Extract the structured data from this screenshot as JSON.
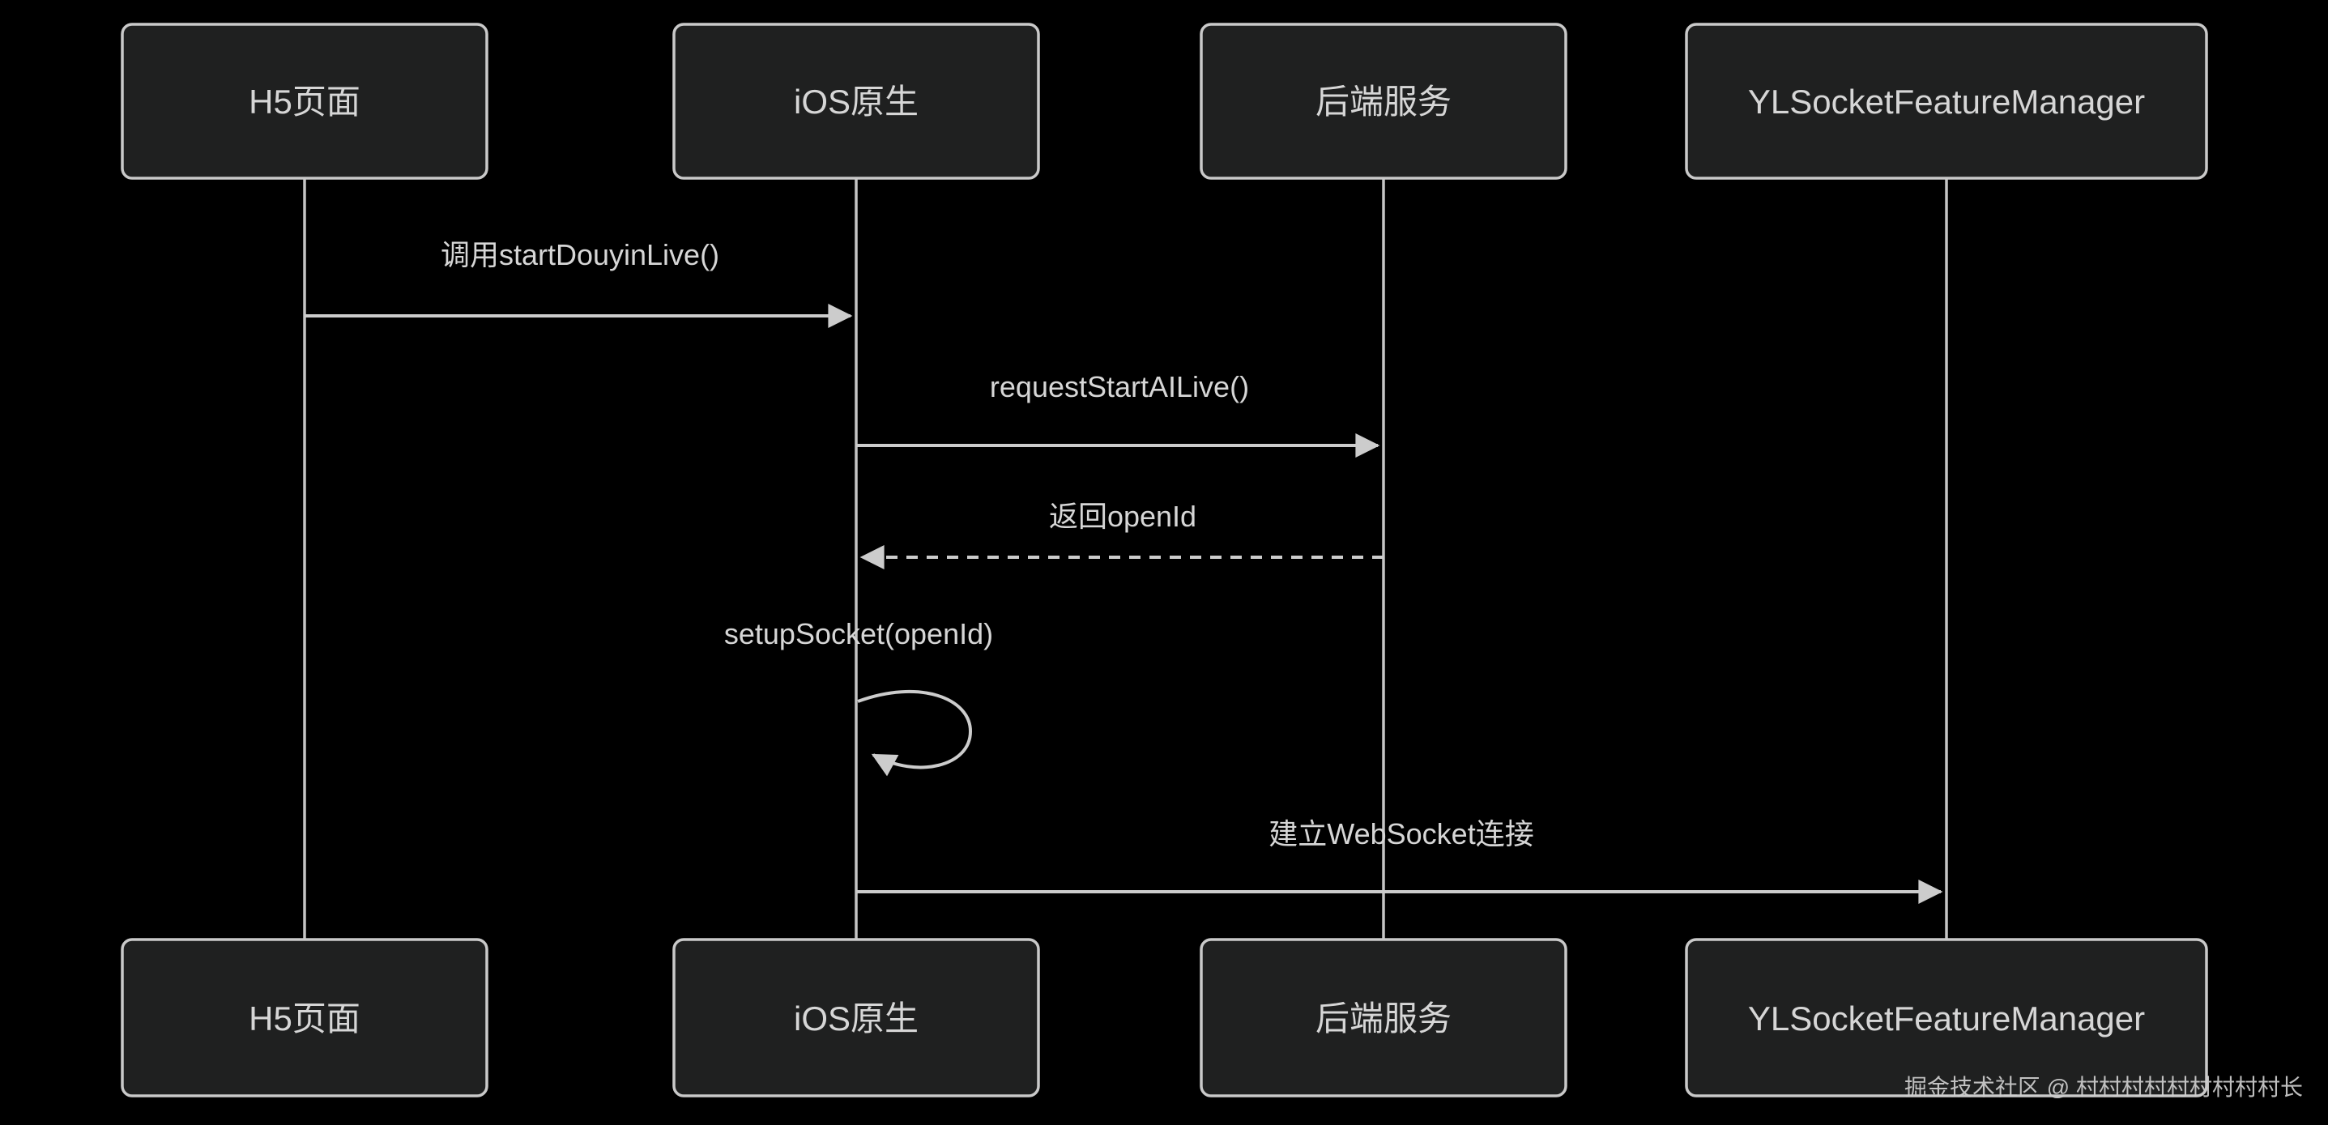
{
  "diagram": {
    "type": "sequence-diagram",
    "theme": "dark",
    "participants": [
      {
        "id": "h5",
        "label": "H5页面"
      },
      {
        "id": "ios",
        "label": "iOS原生"
      },
      {
        "id": "backend",
        "label": "后端服务"
      },
      {
        "id": "ylsocket",
        "label": "YLSocketFeatureManager"
      }
    ],
    "messages": [
      {
        "from": "h5",
        "to": "ios",
        "label": "调用startDouyinLive()",
        "line": "solid",
        "kind": "call"
      },
      {
        "from": "ios",
        "to": "backend",
        "label": "requestStartAILive()",
        "line": "solid",
        "kind": "call"
      },
      {
        "from": "backend",
        "to": "ios",
        "label": "返回openId",
        "line": "dashed",
        "kind": "return"
      },
      {
        "from": "ios",
        "to": "ios",
        "label": "setupSocket(openId)",
        "line": "solid",
        "kind": "self"
      },
      {
        "from": "ios",
        "to": "ylsocket",
        "label": "建立WebSocket连接",
        "line": "solid",
        "kind": "call"
      }
    ],
    "watermark": "掘金技术社区 @ 村村村村村村村村村长",
    "colors": {
      "background": "#000000",
      "actor_fill": "#1f2020",
      "actor_border": "#c9c9c9",
      "text": "#d6d6d6",
      "line": "#cccccc"
    }
  }
}
